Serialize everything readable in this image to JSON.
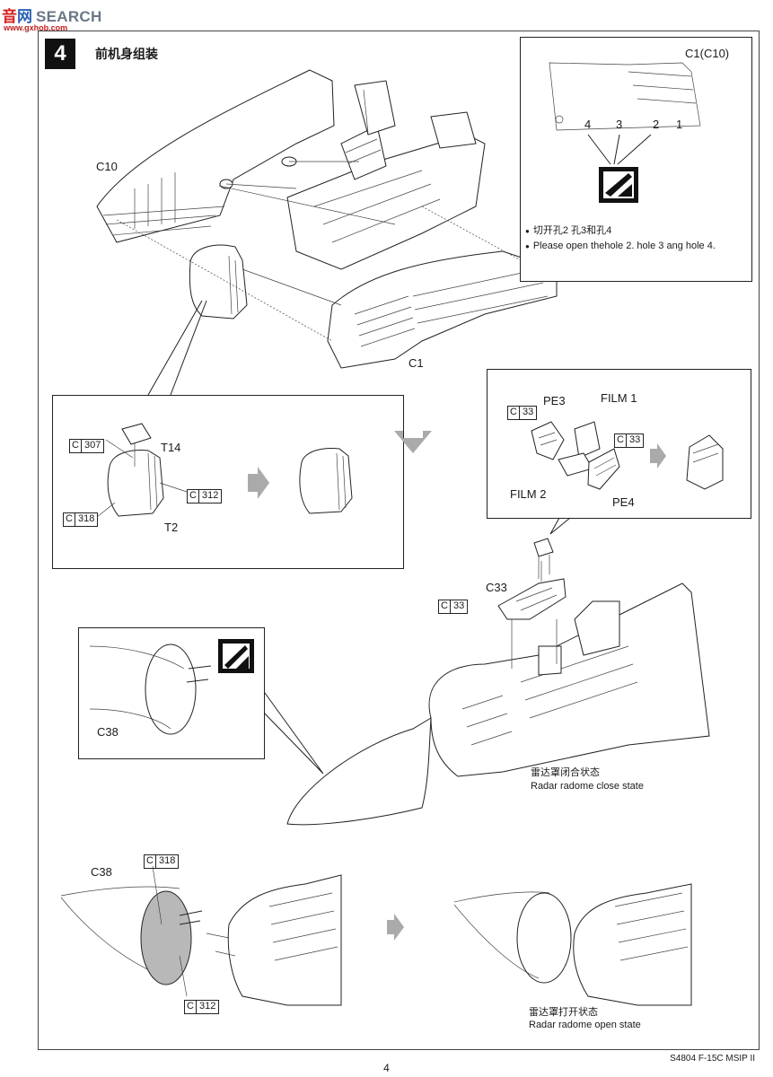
{
  "watermark": {
    "site_cn_a": "音",
    "site_cn_b": "网",
    "site_en": "SEARCH",
    "url": "www.gxhob.com"
  },
  "step": {
    "number": "4",
    "title": "前机身组装"
  },
  "parts": {
    "c10": "C10",
    "c1": "C1",
    "c1_c10": "C1(C10)",
    "t14": "T14",
    "t2": "T2",
    "pe3": "PE3",
    "pe4": "PE4",
    "film1": "FILM 1",
    "film2": "FILM 2",
    "c33": "C33",
    "c38_a": "C38",
    "c38_b": "C38"
  },
  "part_refs": {
    "c307": {
      "letter": "C",
      "num": "307"
    },
    "c312": {
      "letter": "C",
      "num": "312"
    },
    "c318": {
      "letter": "C",
      "num": "318"
    },
    "c33_a": {
      "letter": "C",
      "num": "33"
    },
    "c33_b": {
      "letter": "C",
      "num": "33"
    },
    "c33_c": {
      "letter": "C",
      "num": "33"
    },
    "c318_b": {
      "letter": "C",
      "num": "318"
    },
    "c312_b": {
      "letter": "C",
      "num": "312"
    }
  },
  "holes": [
    "4",
    "3",
    "2",
    "1"
  ],
  "drill_note": {
    "cn": "切开孔2 孔3和孔4",
    "en": "Please open thehole 2. hole 3 ang hole 4."
  },
  "radome": {
    "closed_cn": "雷达罩闭合状态",
    "closed_en": "Radar radome close state",
    "open_cn": "雷达罩打开状态",
    "open_en": "Radar radome open state"
  },
  "footer": {
    "code": "S4804 F-15C MSIP II",
    "page": "4"
  }
}
